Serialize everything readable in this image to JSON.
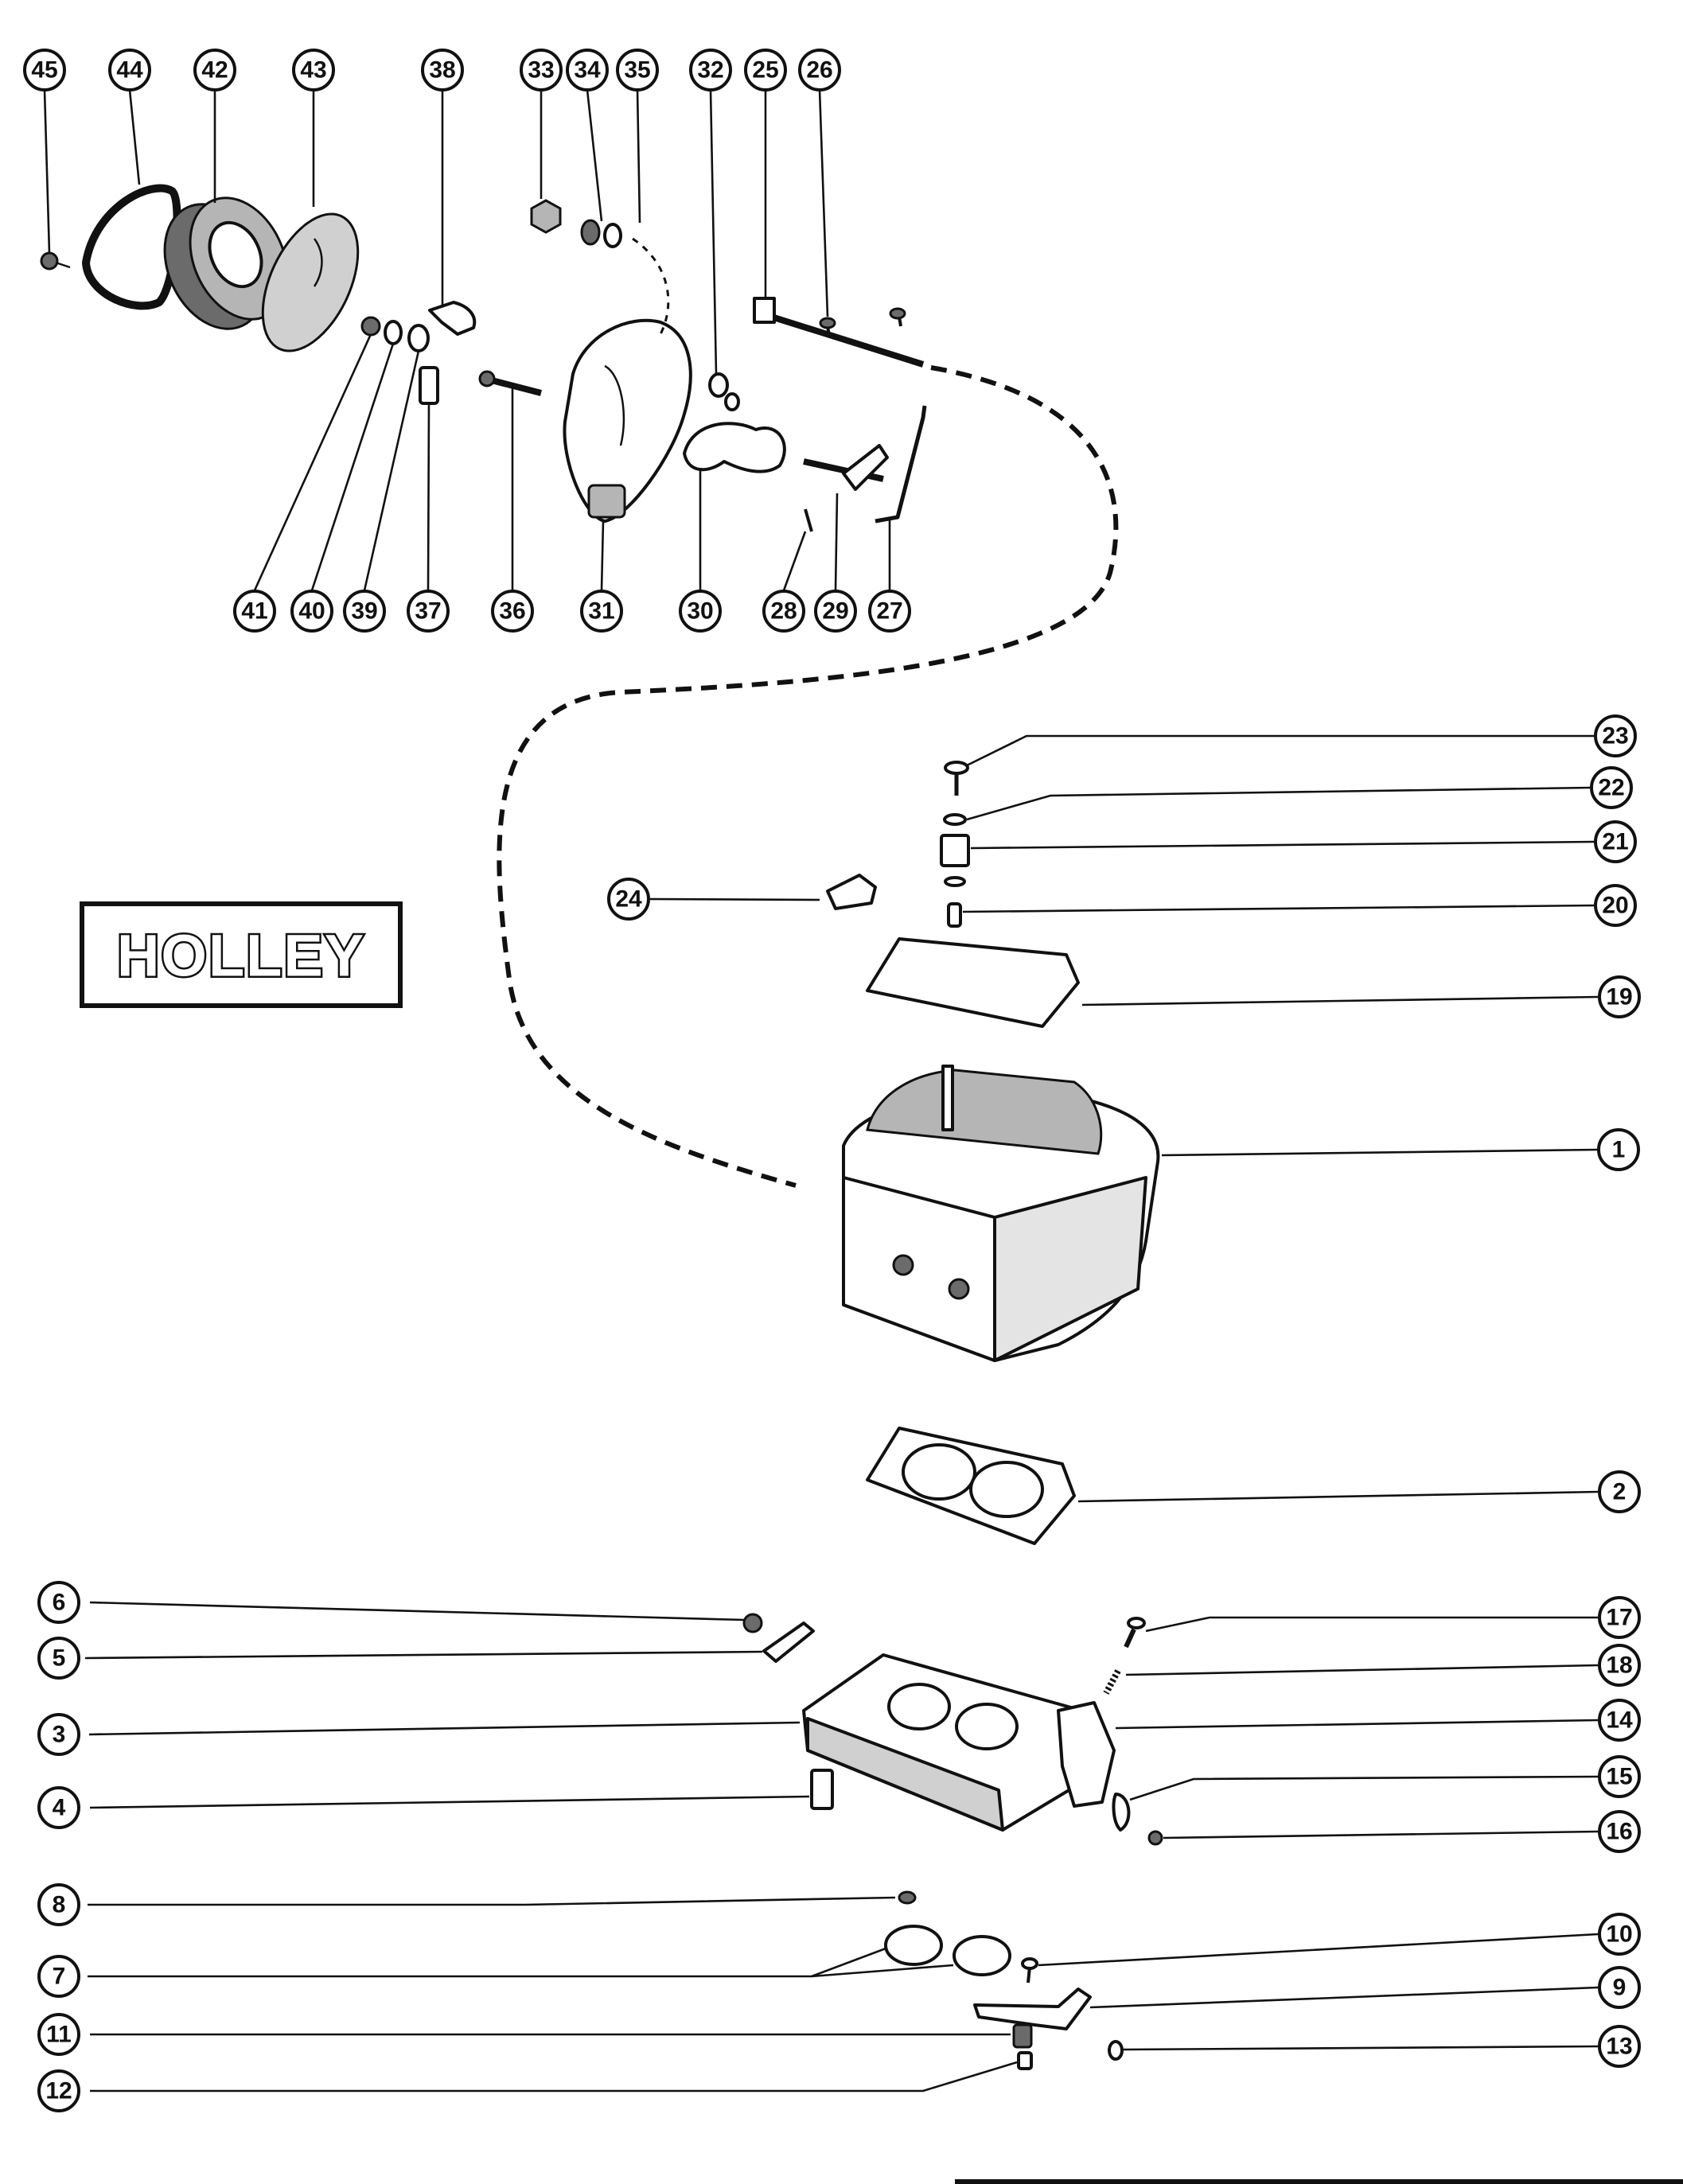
{
  "brand_label": "HOLLEY",
  "callouts": [
    {
      "id": "1",
      "label": "1"
    },
    {
      "id": "2",
      "label": "2"
    },
    {
      "id": "3",
      "label": "3"
    },
    {
      "id": "4",
      "label": "4"
    },
    {
      "id": "5",
      "label": "5"
    },
    {
      "id": "6",
      "label": "6"
    },
    {
      "id": "7",
      "label": "7"
    },
    {
      "id": "8",
      "label": "8"
    },
    {
      "id": "9",
      "label": "9"
    },
    {
      "id": "10",
      "label": "10"
    },
    {
      "id": "11",
      "label": "11"
    },
    {
      "id": "12",
      "label": "12"
    },
    {
      "id": "13",
      "label": "13"
    },
    {
      "id": "14",
      "label": "14"
    },
    {
      "id": "15",
      "label": "15"
    },
    {
      "id": "16",
      "label": "16"
    },
    {
      "id": "17",
      "label": "17"
    },
    {
      "id": "18",
      "label": "18"
    },
    {
      "id": "19",
      "label": "19"
    },
    {
      "id": "20",
      "label": "20"
    },
    {
      "id": "21",
      "label": "21"
    },
    {
      "id": "22",
      "label": "22"
    },
    {
      "id": "23",
      "label": "23"
    },
    {
      "id": "24",
      "label": "24"
    },
    {
      "id": "25",
      "label": "25"
    },
    {
      "id": "26",
      "label": "26"
    },
    {
      "id": "27",
      "label": "27"
    },
    {
      "id": "28",
      "label": "28"
    },
    {
      "id": "29",
      "label": "29"
    },
    {
      "id": "30",
      "label": "30"
    },
    {
      "id": "31",
      "label": "31"
    },
    {
      "id": "32",
      "label": "32"
    },
    {
      "id": "33",
      "label": "33"
    },
    {
      "id": "34",
      "label": "34"
    },
    {
      "id": "35",
      "label": "35"
    },
    {
      "id": "36",
      "label": "36"
    },
    {
      "id": "37",
      "label": "37"
    },
    {
      "id": "38",
      "label": "38"
    },
    {
      "id": "39",
      "label": "39"
    },
    {
      "id": "40",
      "label": "40"
    },
    {
      "id": "41",
      "label": "41"
    },
    {
      "id": "42",
      "label": "42"
    },
    {
      "id": "43",
      "label": "43"
    },
    {
      "id": "44",
      "label": "44"
    },
    {
      "id": "45",
      "label": "45"
    }
  ]
}
